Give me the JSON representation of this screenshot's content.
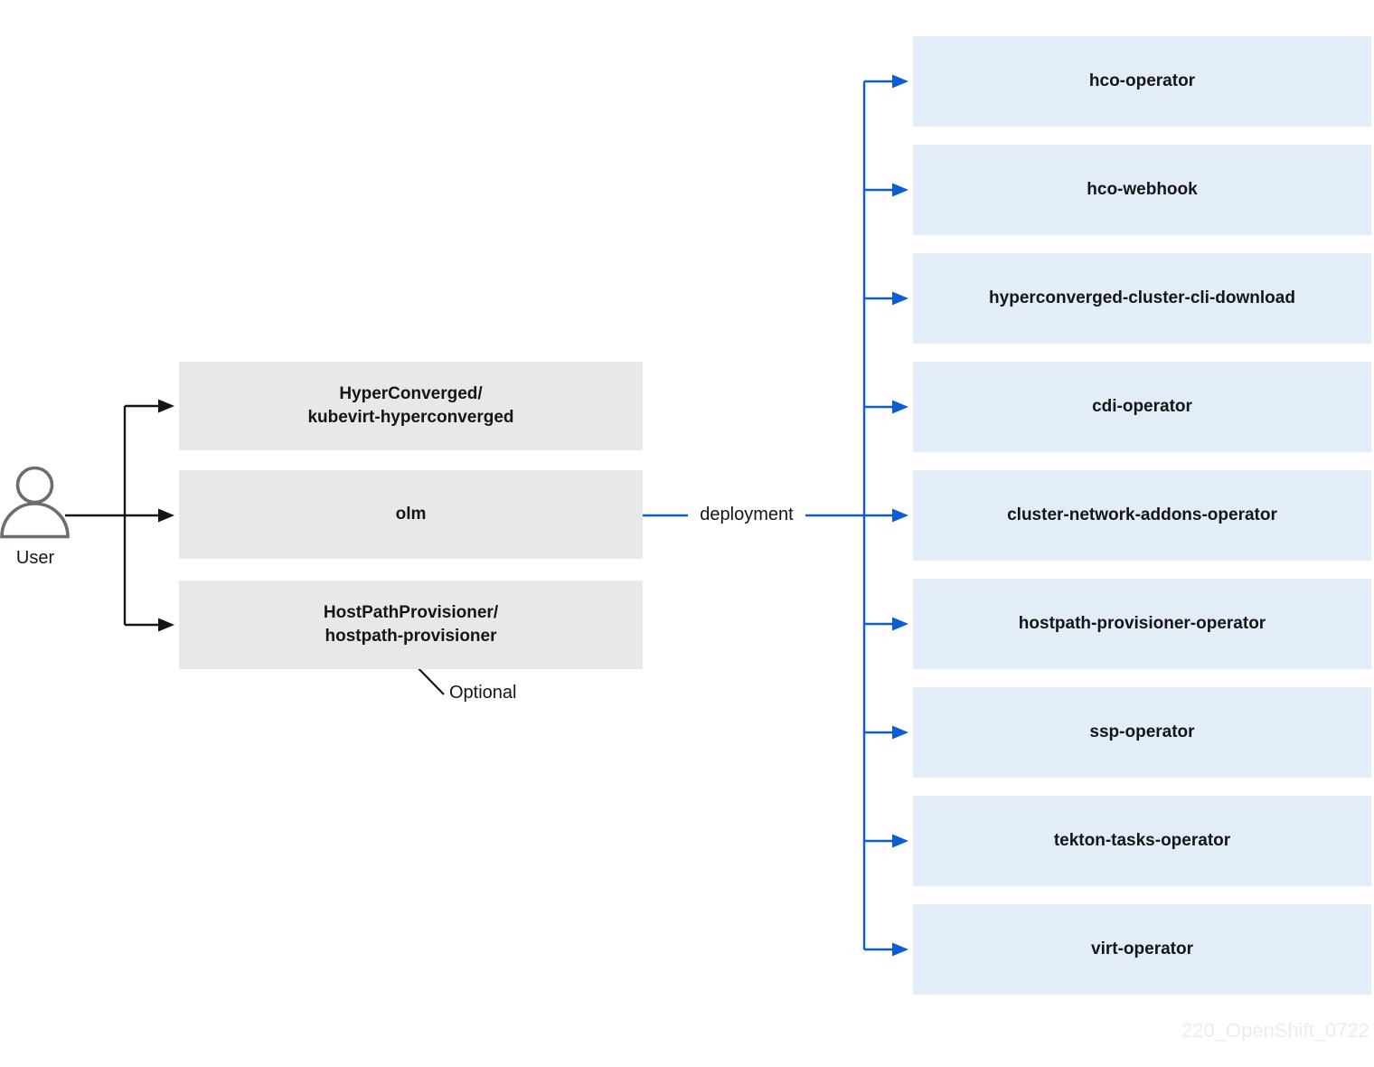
{
  "colors": {
    "accent_blue": "#0b5ed7",
    "node_gray_fill": "#e8e8e8",
    "node_blue_fill": "#e3edf8",
    "line_black": "#151515",
    "text_color": "#151515",
    "user_icon_gray": "#6a6e73",
    "watermark_gray": "#ececec"
  },
  "user": {
    "label": "User",
    "icon": "person-icon"
  },
  "left_nodes": [
    {
      "line1": "HyperConverged/",
      "line2": "kubevirt-hyperconverged"
    },
    {
      "line1": "olm"
    },
    {
      "line1": "HostPathProvisioner/",
      "line2": "hostpath-provisioner"
    }
  ],
  "edge_labels": {
    "deployment": "deployment",
    "optional": "Optional"
  },
  "right_nodes": [
    {
      "label": "hco-operator"
    },
    {
      "label": "hco-webhook"
    },
    {
      "label": "hyperconverged-cluster-cli-download"
    },
    {
      "label": "cdi-operator"
    },
    {
      "label": "cluster-network-addons-operator"
    },
    {
      "label": "hostpath-provisioner-operator"
    },
    {
      "label": "ssp-operator"
    },
    {
      "label": "tekton-tasks-operator"
    },
    {
      "label": "virt-operator"
    }
  ],
  "watermark": "220_OpenShift_0722"
}
